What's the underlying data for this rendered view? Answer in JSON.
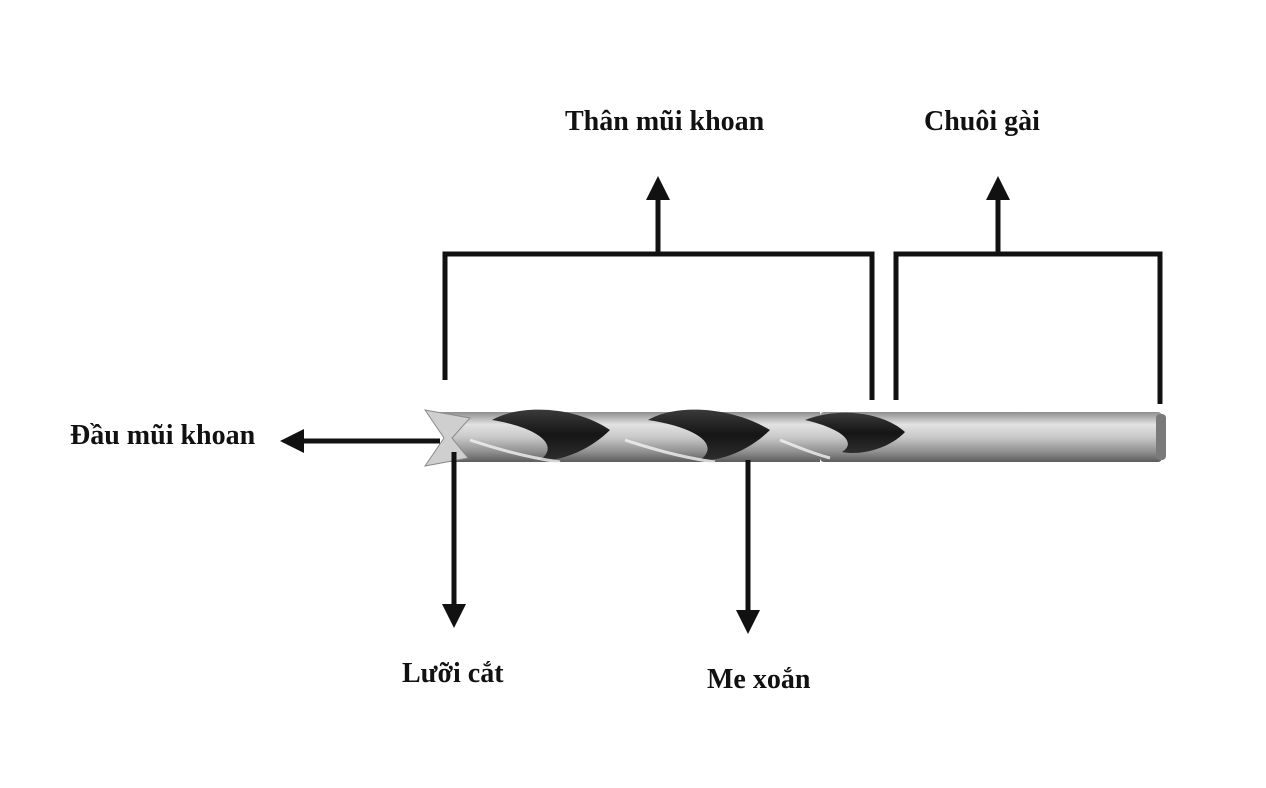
{
  "labels": {
    "than_mui_khoan": "Thân mũi khoan",
    "chuoi_gai": "Chuôi gài",
    "dau_mui_khoan": "Đầu mũi khoan",
    "luoi_cat": "Lưỡi cắt",
    "me_xoan": "Me xoắn"
  },
  "colors": {
    "line": "#111111",
    "steel_light": "#d9d9d9",
    "steel_mid": "#a8a8a8",
    "steel_dark": "#6e6e6e",
    "flute_dark": "#1c1c1c"
  }
}
